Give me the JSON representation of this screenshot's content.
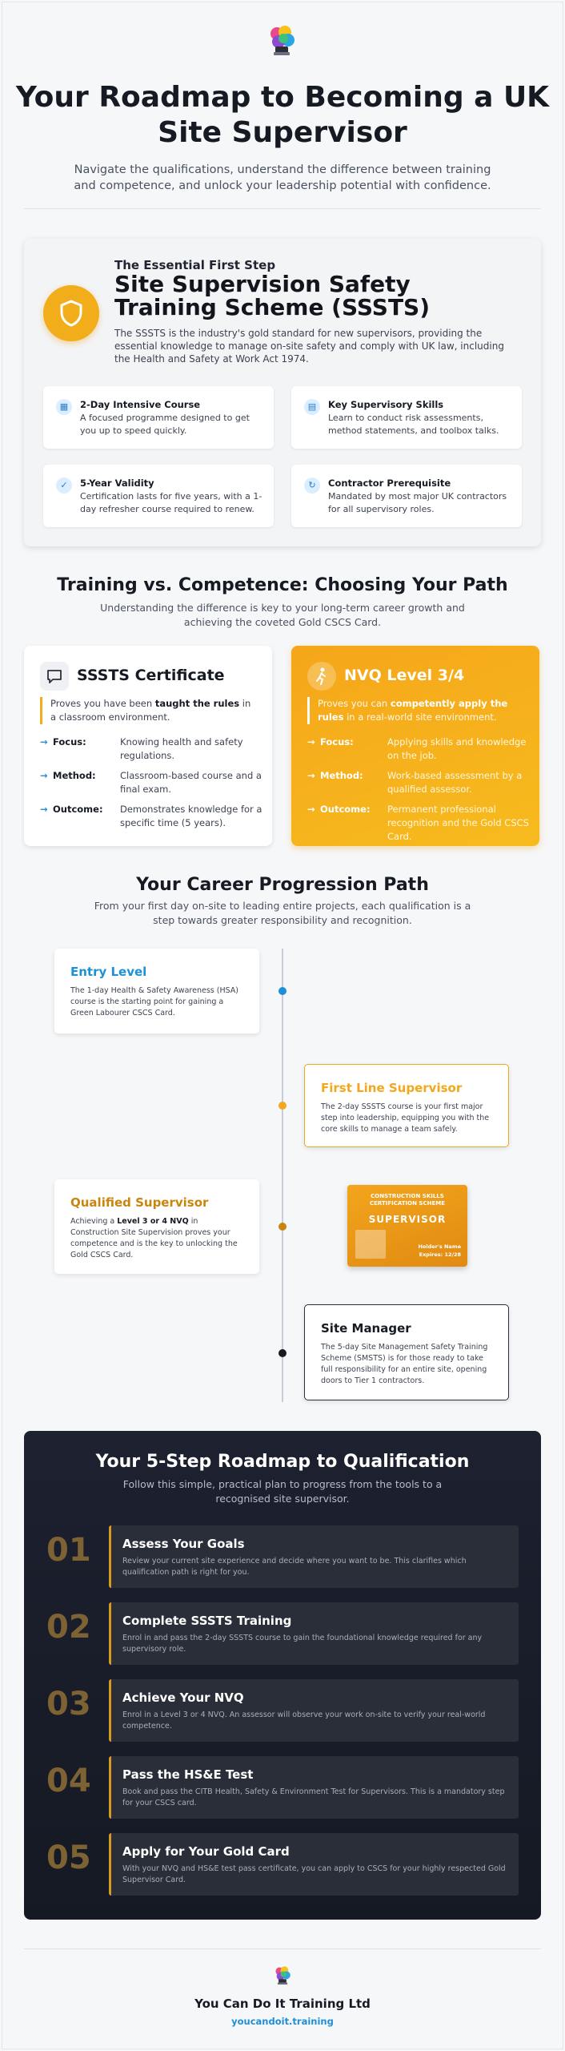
{
  "header": {
    "logo_icon": "colorful-head-logo-icon",
    "title": "Your Roadmap to Becoming a UK Site Supervisor",
    "subtitle": "Navigate the qualifications, understand the difference between training and competence, and unlock your leadership potential with confidence."
  },
  "sssts": {
    "icon": "shield-icon",
    "eyebrow": "The Essential First Step",
    "title": "Site Supervision Safety Training Scheme (SSSTS)",
    "description": "The SSSTS is the industry's gold standard for new supervisors, providing the essential knowledge to manage on-site safety and comply with UK law, including the Health and Safety at Work Act 1974.",
    "features": [
      {
        "icon": "calendar-icon",
        "title": "2-Day Intensive Course",
        "desc": "A focused programme designed to get you up to speed quickly."
      },
      {
        "icon": "clipboard-icon",
        "title": "Key Supervisory Skills",
        "desc": "Learn to conduct risk assessments, method statements, and toolbox talks."
      },
      {
        "icon": "check-circle-icon",
        "title": "5-Year Validity",
        "desc": "Certification lasts for five years, with a 1-day refresher course required to renew."
      },
      {
        "icon": "refresh-icon",
        "title": "Contractor Prerequisite",
        "desc": "Mandated by most major UK contractors for all supervisory roles."
      }
    ]
  },
  "compare": {
    "title": "Training vs. Competence: Choosing Your Path",
    "subtitle": "Understanding the difference is key to your long-term career growth and achieving the coveted Gold CSCS Card.",
    "sssts": {
      "icon": "chat-bubble-icon",
      "title": "SSSTS Certificate",
      "quote_pre": "Proves you have been ",
      "quote_bold": "taught the rules",
      "quote_post": " in a classroom environment.",
      "rows": [
        {
          "label": "Focus:",
          "value": "Knowing health and safety regulations."
        },
        {
          "label": "Method:",
          "value": "Classroom-based course and a final exam."
        },
        {
          "label": "Outcome:",
          "value": "Demonstrates knowledge for a specific time (5 years)."
        }
      ]
    },
    "nvq": {
      "icon": "person-walking-icon",
      "title": "NVQ Level 3/4",
      "quote_pre": "Proves you can ",
      "quote_bold": "competently apply the rules",
      "quote_post": " in a real-world site environment.",
      "rows": [
        {
          "label": "Focus:",
          "value": "Applying skills and knowledge on the job."
        },
        {
          "label": "Method:",
          "value": "Work-based assessment by a qualified assessor."
        },
        {
          "label": "Outcome:",
          "value": "Permanent professional recognition and the Gold CSCS Card."
        }
      ]
    }
  },
  "career": {
    "title": "Your Career Progression Path",
    "subtitle": "From your first day on-site to leading entire projects, each qualification is a step towards greater responsibility and recognition.",
    "entry": {
      "title": "Entry Level",
      "desc": "The 1-day Health & Safety Awareness (HSA) course is the starting point for gaining a Green Labourer CSCS Card."
    },
    "first_line": {
      "title": "First Line Supervisor",
      "desc": "The 2-day SSSTS course is your first major step into leadership, equipping you with the core skills to manage a team safely."
    },
    "qualified": {
      "title": "Qualified Supervisor",
      "desc_pre": "Achieving a ",
      "desc_bold": "Level 3 or 4 NVQ",
      "desc_post": " in Construction Site Supervision proves your competence and is the key to unlocking the Gold CSCS Card."
    },
    "manager": {
      "title": "Site Manager",
      "desc": "The 5-day Site Management Safety Training Scheme (SMSTS) is for those ready to take full responsibility for an entire site, opening doors to Tier 1 contractors."
    },
    "card": {
      "line1": "CONSTRUCTION SKILLS",
      "line2": "CERTIFICATION SCHEME",
      "role": "SUPERVISOR",
      "holder": "Holder's Name",
      "expires": "Expires: 12/28"
    },
    "colors": {
      "entry": "#1f8fd6",
      "first_line": "#f2a71c",
      "qualified": "#c8860f",
      "manager": "#161a23"
    }
  },
  "roadmap": {
    "title": "Your 5-Step Roadmap to Qualification",
    "subtitle": "Follow this simple, practical plan to progress from the tools to a recognised site supervisor.",
    "steps": [
      {
        "num": "01",
        "title": "Assess Your Goals",
        "desc": "Review your current site experience and decide where you want to be. This clarifies which qualification path is right for you."
      },
      {
        "num": "02",
        "title": "Complete SSSTS Training",
        "desc": "Enrol in and pass the 2-day SSSTS course to gain the foundational knowledge required for any supervisory role."
      },
      {
        "num": "03",
        "title": "Achieve Your NVQ",
        "desc": "Enrol in a Level 3 or 4 NVQ. An assessor will observe your work on-site to verify your real-world competence."
      },
      {
        "num": "04",
        "title": "Pass the HS&E Test",
        "desc": "Book and pass the CITB Health, Safety & Environment Test for Supervisors. This is a mandatory step for your CSCS card."
      },
      {
        "num": "05",
        "title": "Apply for Your Gold Card",
        "desc": "With your NVQ and HS&E test pass certificate, you can apply to CSCS for your highly respected Gold Supervisor Card."
      }
    ]
  },
  "footer": {
    "company": "You Can Do It Training Ltd",
    "url": "youcandoit.training"
  }
}
